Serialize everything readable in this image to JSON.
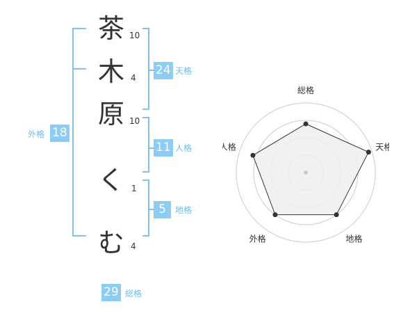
{
  "characters": [
    {
      "char": "茶",
      "strokes": "10"
    },
    {
      "char": "木",
      "strokes": "4"
    },
    {
      "char": "原",
      "strokes": "10"
    },
    {
      "char": "く",
      "strokes": "1"
    },
    {
      "char": "む",
      "strokes": "4"
    }
  ],
  "scores": {
    "tenkaku": {
      "value": "24",
      "label": "天格"
    },
    "jinkaku": {
      "value": "11",
      "label": "人格"
    },
    "chikaku": {
      "value": "5",
      "label": "地格"
    },
    "gaikaku": {
      "value": "18",
      "label": "外格"
    },
    "soukaku": {
      "value": "29",
      "label": "総格"
    }
  },
  "colors": {
    "accent": "#8ccdf5",
    "line": "#7cc4ee",
    "radar_fill": "#eeeeee",
    "radar_stroke": "#333333"
  },
  "chart_data": {
    "type": "radar",
    "axes": [
      "総格",
      "天格",
      "地格",
      "外格",
      "人格"
    ],
    "values": [
      0.7,
      0.95,
      0.75,
      0.75,
      0.8
    ],
    "range": [
      0,
      1
    ],
    "rings": 4
  }
}
